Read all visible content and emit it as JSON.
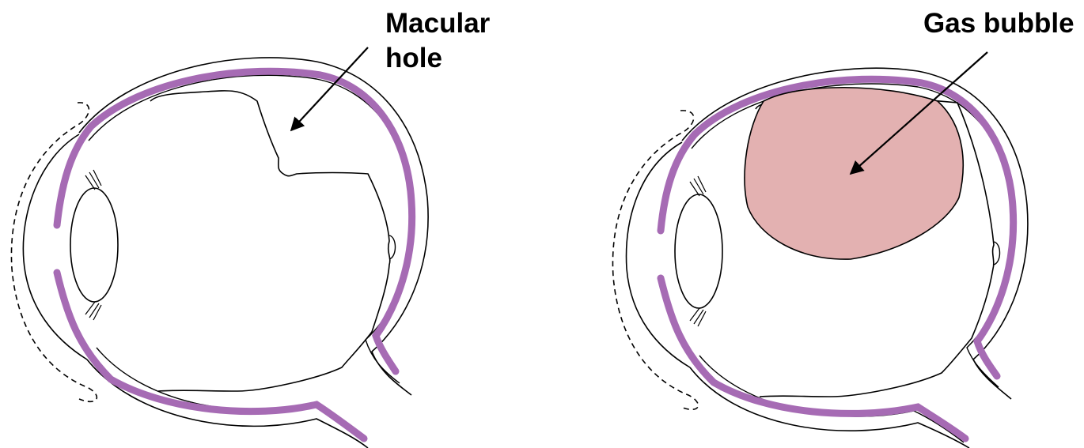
{
  "labels": {
    "left": {
      "line1": "Macular",
      "line2": "hole"
    },
    "right": {
      "line1": "Gas bubble"
    }
  },
  "colors": {
    "choroid": "#a66bb4",
    "bubble_fill": "#e3b1b1",
    "outline": "#000000",
    "background": "#ffffff"
  }
}
